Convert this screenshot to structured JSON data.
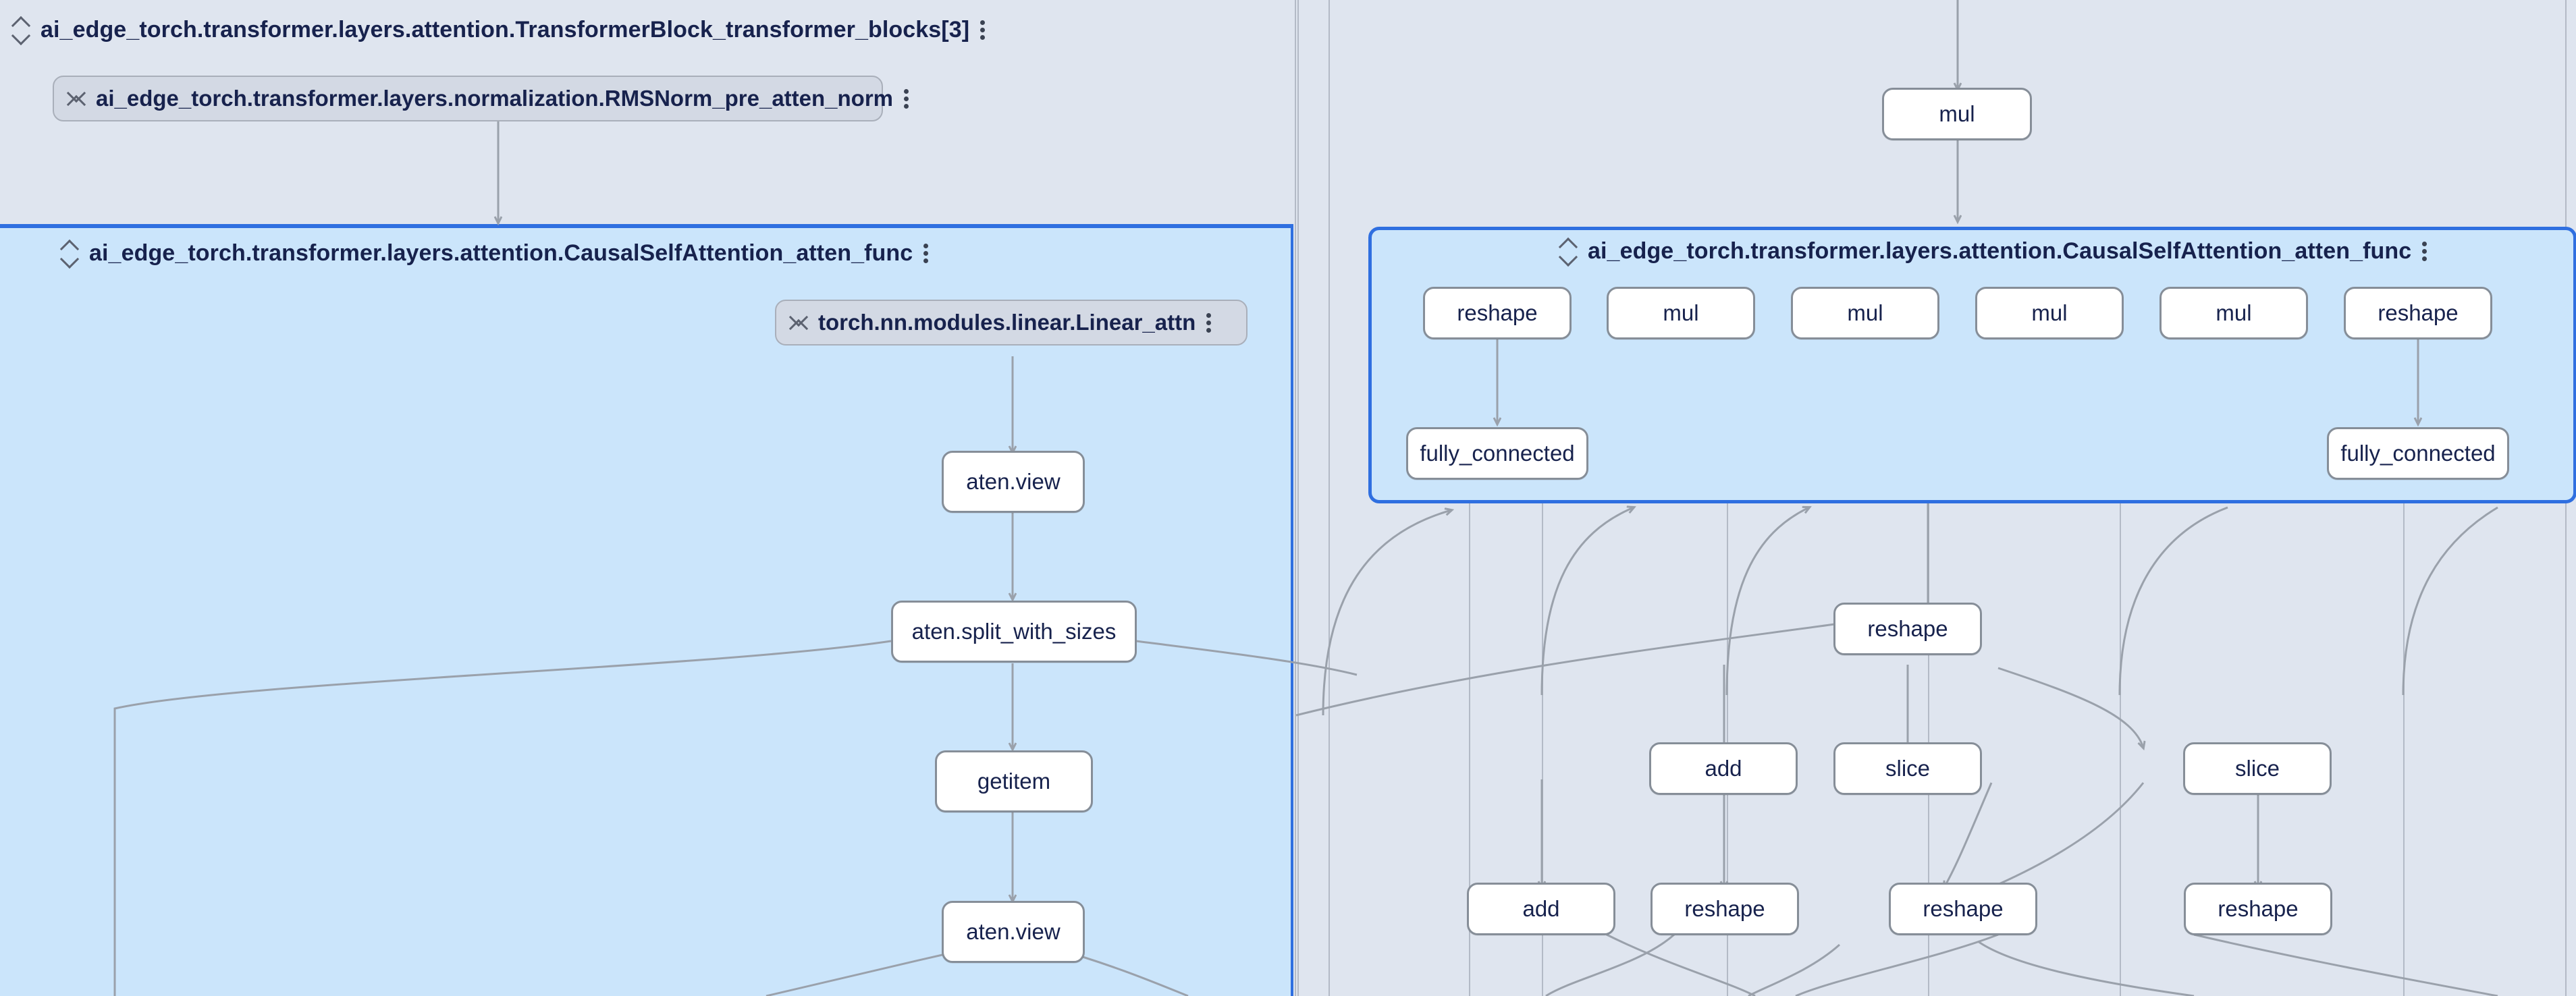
{
  "app": {
    "view": "model-graph-explorer",
    "canvas_background": "#dfe5ef",
    "selection_color": "#2f6fe0",
    "selected_panel_fill": "#cbe5fb",
    "node_fill": "#ffffff",
    "node_border": "#868e98",
    "node_text_color": "#17224d",
    "edge_color": "#9aa1ab"
  },
  "groups": {
    "transformer_block": {
      "title": "ai_edge_torch.transformer.layers.attention.TransformerBlock_transformer_blocks[3]",
      "collapse_icon": "collapse-chevrons-icon",
      "menu_icon": "kebab-menu-icon"
    },
    "attention_left": {
      "title": "ai_edge_torch.transformer.layers.attention.CausalSelfAttention_atten_func",
      "collapse_icon": "collapse-chevrons-icon",
      "menu_icon": "kebab-menu-icon",
      "selected": true
    },
    "attention_right": {
      "title": "ai_edge_torch.transformer.layers.attention.CausalSelfAttention_atten_func",
      "collapse_icon": "collapse-chevrons-icon",
      "menu_icon": "kebab-menu-icon",
      "selected": true
    }
  },
  "pills": {
    "rmsnorm": {
      "label": "ai_edge_torch.transformer.layers.normalization.RMSNorm_pre_atten_norm",
      "expand_icon": "expand-chevrons-icon",
      "menu_icon": "kebab-menu-icon"
    },
    "linear_attn": {
      "label": "torch.nn.modules.linear.Linear_attn",
      "expand_icon": "expand-chevrons-icon",
      "menu_icon": "kebab-menu-icon"
    }
  },
  "nodes": {
    "left": [
      {
        "id": "aten_view_1",
        "label": "aten.view"
      },
      {
        "id": "split",
        "label": "aten.split_with_sizes"
      },
      {
        "id": "getitem",
        "label": "getitem"
      },
      {
        "id": "aten_view_2",
        "label": "aten.view"
      }
    ],
    "right_top": [
      {
        "id": "mul_top",
        "label": "mul"
      }
    ],
    "right_inside": [
      {
        "id": "r_reshape_1",
        "label": "reshape"
      },
      {
        "id": "r_mul_1",
        "label": "mul"
      },
      {
        "id": "r_mul_2",
        "label": "mul"
      },
      {
        "id": "r_mul_3",
        "label": "mul"
      },
      {
        "id": "r_mul_4",
        "label": "mul"
      },
      {
        "id": "r_reshape_2",
        "label": "reshape"
      },
      {
        "id": "r_fc_1",
        "label": "fully_connected"
      },
      {
        "id": "r_fc_2",
        "label": "fully_connected"
      }
    ],
    "right_below": [
      {
        "id": "b_reshape_mid",
        "label": "reshape"
      },
      {
        "id": "b_add_1",
        "label": "add"
      },
      {
        "id": "b_slice_1",
        "label": "slice"
      },
      {
        "id": "b_slice_2",
        "label": "slice"
      },
      {
        "id": "b_add_2",
        "label": "add"
      },
      {
        "id": "b_reshape_a",
        "label": "reshape"
      },
      {
        "id": "b_reshape_b",
        "label": "reshape"
      },
      {
        "id": "b_reshape_c",
        "label": "reshape"
      }
    ]
  }
}
